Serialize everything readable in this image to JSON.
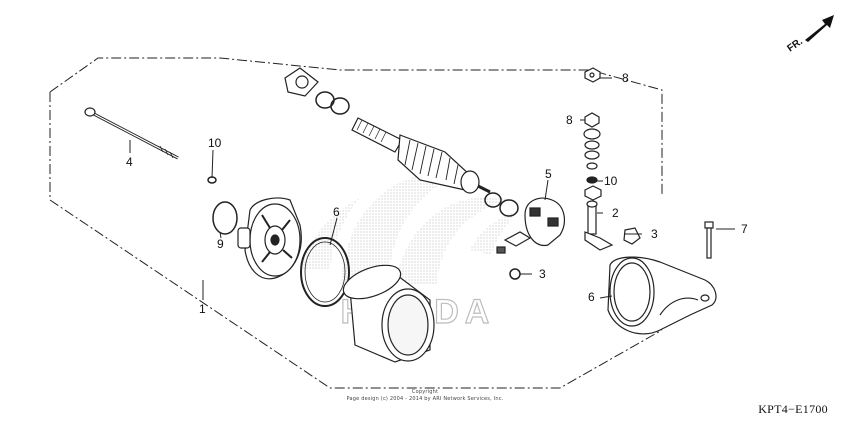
{
  "diagram": {
    "callouts": {
      "c1": "1",
      "c2": "2",
      "c3a": "3",
      "c3b": "3",
      "c4": "4",
      "c5": "5",
      "c6a": "6",
      "c6b": "6",
      "c7": "7",
      "c8a": "8",
      "c8b": "8",
      "c9": "9",
      "c10a": "10",
      "c10b": "10"
    },
    "direction_label": "FR.",
    "diagram_code": "KPT4−E1700",
    "copyright_line1": "Copyright",
    "copyright_line2": "Page design (c) 2004 - 2014 by ARI Network Services, Inc.",
    "watermark_text": "HONDA"
  }
}
